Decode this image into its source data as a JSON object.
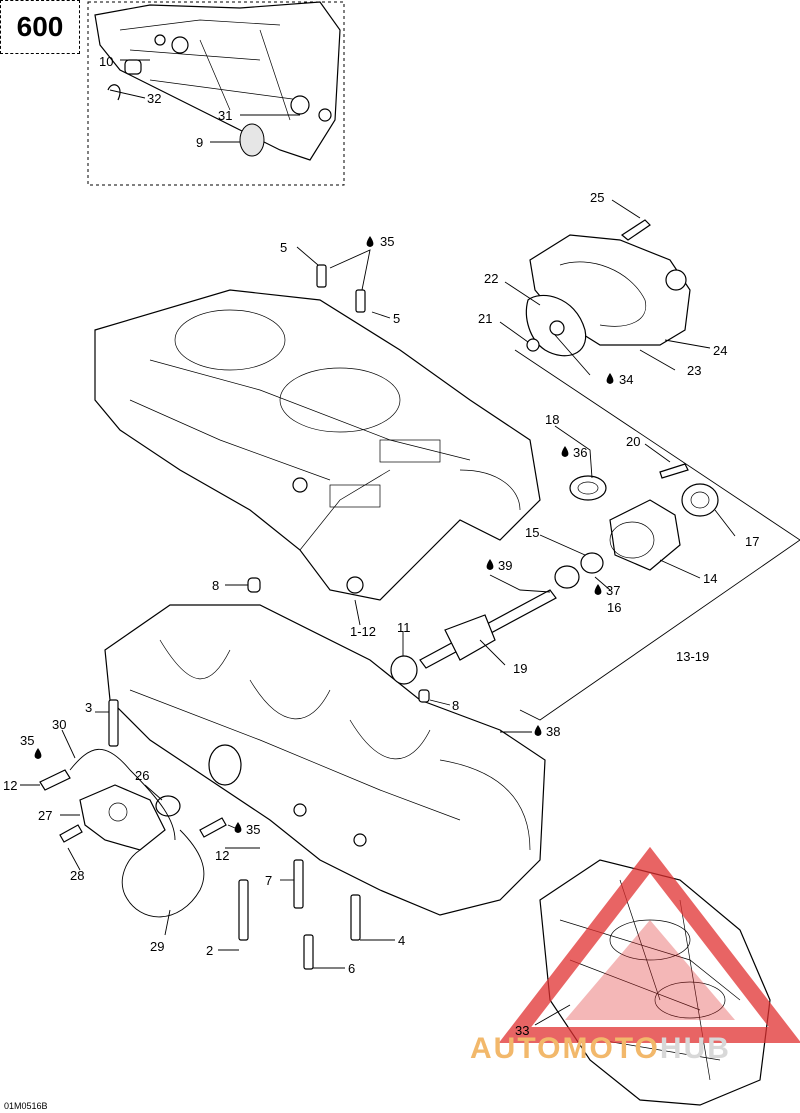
{
  "model_badge": "600",
  "doc_code": "01M0516B",
  "watermark": {
    "part1": "AUTOMOTO",
    "part2": "HUB",
    "color1": "#f2b86b",
    "color2": "#d8d8d8",
    "logo_color": "#e03030"
  },
  "labels": {
    "l10": "10",
    "l32": "32",
    "l31": "31",
    "l9": "9",
    "l25": "25",
    "l5a": "5",
    "l35a": "35",
    "l5b": "5",
    "l22": "22",
    "l21": "21",
    "l24": "24",
    "l23": "23",
    "l34": "34",
    "l18": "18",
    "l20": "20",
    "l36": "36",
    "l17": "17",
    "l15": "15",
    "l14": "14",
    "l37": "37",
    "l39": "39",
    "l16": "16",
    "l8a": "8",
    "l1_12": "1-12",
    "l11": "11",
    "l19": "19",
    "l13_19": "13-19",
    "l8b": "8",
    "l3": "3",
    "l30": "30",
    "l38": "38",
    "l35b": "35",
    "l12a": "12",
    "l26": "26",
    "l27": "27",
    "l35c": "35",
    "l12b": "12",
    "l28": "28",
    "l7": "7",
    "l29": "29",
    "l2": "2",
    "l4": "4",
    "l6": "6",
    "l33": "33"
  }
}
